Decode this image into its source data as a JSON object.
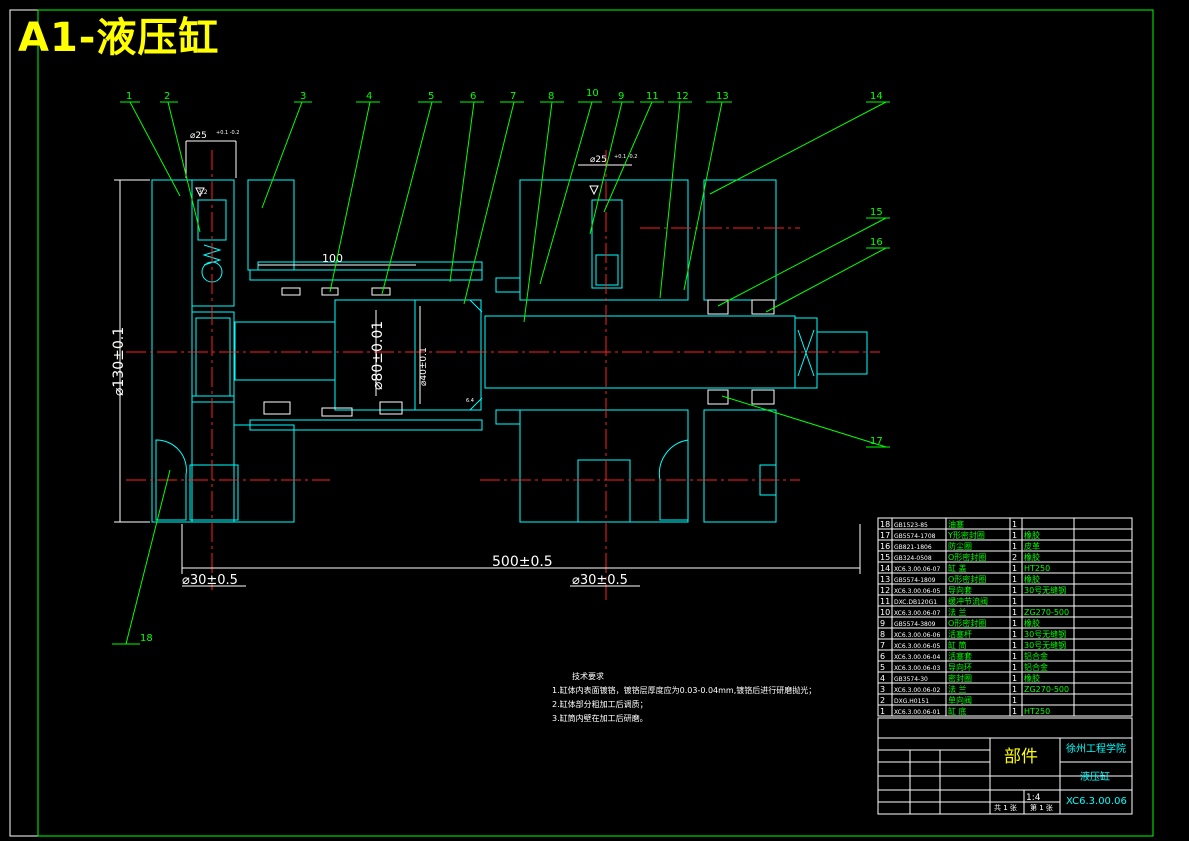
{
  "title": "A1-液压缸",
  "balloons": [
    "1",
    "2",
    "3",
    "4",
    "5",
    "6",
    "7",
    "8",
    "10",
    "9",
    "11",
    "12",
    "13",
    "14",
    "15",
    "16",
    "17",
    "18"
  ],
  "dims": {
    "port_left": "⌀25",
    "port_left_tol": "+0.1 -0.2",
    "port_right": "⌀25",
    "port_right_tol": "+0.1 -0.2",
    "overall_height": "⌀130±0.1",
    "bore": "⌀80±0.01",
    "rod": "⌀40±0.1",
    "stroke": "100",
    "length": "500±0.5",
    "foot_left": "⌀30±0.5",
    "foot_right": "⌀30±0.5",
    "roughness": "3.2",
    "roughness2": "6.4"
  },
  "notes": {
    "heading": "技术要求",
    "items": [
      "1.缸体内表面镀铬，镀铬层厚度应为0.03-0.04mm,镀铬后进行研磨抛光；",
      "2.缸体部分粗加工后调质；",
      "3.缸筒内壁在加工后研磨。"
    ]
  },
  "bom": [
    {
      "no": "18",
      "code": "GB1523-85",
      "name": "油塞",
      "qty": "1",
      "material": ""
    },
    {
      "no": "17",
      "code": "GB5574-1708",
      "name": "Y形密封圈",
      "qty": "1",
      "material": "橡胶"
    },
    {
      "no": "16",
      "code": "GB821-1806",
      "name": "防尘圈",
      "qty": "1",
      "material": "皮革"
    },
    {
      "no": "15",
      "code": "GB324-0508",
      "name": "O形密封圈",
      "qty": "2",
      "material": "橡胶"
    },
    {
      "no": "14",
      "code": "XC6.3.00.06-07",
      "name": "缸  盖",
      "qty": "1",
      "material": "HT250"
    },
    {
      "no": "13",
      "code": "GB5574-1809",
      "name": "O形密封圈",
      "qty": "1",
      "material": "橡胶"
    },
    {
      "no": "12",
      "code": "XC6.3.00.06-05",
      "name": "导向套",
      "qty": "1",
      "material": "30号无缝钢"
    },
    {
      "no": "11",
      "code": "DXC.DB120G1",
      "name": "缓冲节流阀",
      "qty": "1",
      "material": ""
    },
    {
      "no": "10",
      "code": "XC6.3.00.06-07",
      "name": "法  兰",
      "qty": "1",
      "material": "ZG270-500"
    },
    {
      "no": "9",
      "code": "GB5574-3809",
      "name": "O形密封圈",
      "qty": "1",
      "material": "橡胶"
    },
    {
      "no": "8",
      "code": "XC6.3.00.06-06",
      "name": "活塞杆",
      "qty": "1",
      "material": "30号无缝钢"
    },
    {
      "no": "7",
      "code": "XC6.3.00.06-05",
      "name": "缸  筒",
      "qty": "1",
      "material": "30号无缝钢"
    },
    {
      "no": "6",
      "code": "XC6.3.00.06-04",
      "name": "活塞套",
      "qty": "1",
      "material": "铝合金"
    },
    {
      "no": "5",
      "code": "XC6.3.00.06-03",
      "name": "导向环",
      "qty": "1",
      "material": "铝合金"
    },
    {
      "no": "4",
      "code": "GB3574-30",
      "name": "密封圈",
      "qty": "1",
      "material": "橡胶"
    },
    {
      "no": "3",
      "code": "XC6.3.00.06-02",
      "name": "法  兰",
      "qty": "1",
      "material": "ZG270-500"
    },
    {
      "no": "2",
      "code": "DXG.H0151",
      "name": "单向阀",
      "qty": "1",
      "material": ""
    },
    {
      "no": "1",
      "code": "XC6.3.00.06-01",
      "name": "缸  底",
      "qty": "1",
      "material": "HT250"
    }
  ],
  "titleblock": {
    "part_label": "部件",
    "school": "徐州工程学院",
    "drawing_name": "液压缸",
    "scale": "1:4",
    "sheet_count": "共 1 张",
    "sheet_no": "第 1 张",
    "drawing_no": "XC6.3.00.06"
  }
}
